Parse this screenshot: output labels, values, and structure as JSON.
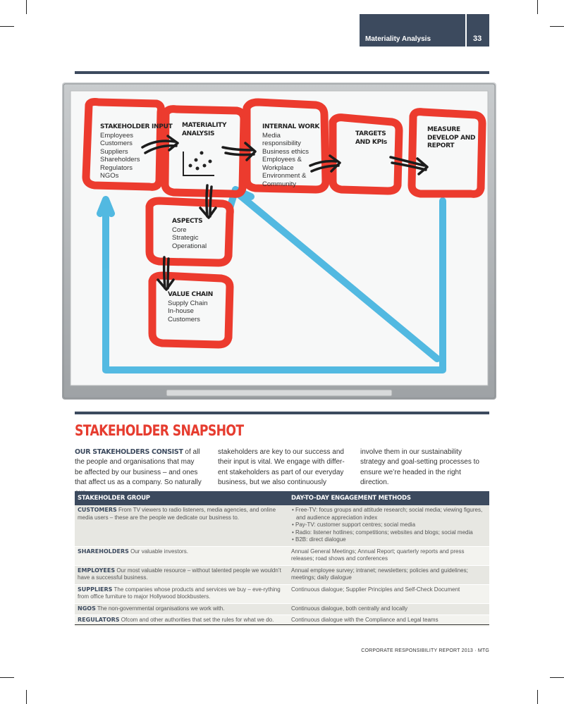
{
  "header": {
    "section": "Materiality Analysis",
    "page_number": "33"
  },
  "whiteboard": {
    "stakeholder_input": {
      "title": "STAKEHOLDER INPUT",
      "items": [
        "Employees",
        "Customers",
        "Suppliers",
        "Shareholders",
        "Regulators",
        "NGOs"
      ]
    },
    "materiality_analysis": {
      "title_l1": "MATERIALITY",
      "title_l2": "ANALYSIS"
    },
    "internal_work": {
      "title": "INTERNAL WORK",
      "items": [
        "Media",
        "responsibility",
        "Business ethics",
        "Employees &",
        "Workplace",
        "Environment &",
        "Community"
      ]
    },
    "targets": {
      "title_l1": "TARGETS",
      "title_l2": "AND KPIs"
    },
    "measure": {
      "title_l1": "MEASURE",
      "title_l2": "DEVELOP AND",
      "title_l3": "REPORT"
    },
    "aspects": {
      "title": "ASPECTS",
      "items": [
        "Core",
        "Strategic",
        "Operational"
      ]
    },
    "value_chain": {
      "title": "VALUE CHAIN",
      "items": [
        "Supply Chain",
        "In-house",
        "Customers"
      ]
    },
    "colors": {
      "red": "#ec3b2e",
      "blue": "#45b4e0",
      "arrow": "#1c1c1c"
    }
  },
  "snapshot": {
    "title": "STAKEHOLDER SNAPSHOT",
    "lead": "OUR STAKEHOLDERS CONSIST",
    "col1_rest": " of all the people and organisations that may be affected by our business – and ones that affect us as a company. So naturally our",
    "col2": "stakeholders are key to our success and their input is vital. We engage with differ-ent stakeholders as part of our everyday business, but we also continuously",
    "col3": "involve them in our sustainability strategy and goal-setting processes to ensure we’re headed in the right direction."
  },
  "table": {
    "headers": [
      "STAKEHOLDER GROUP",
      "DAY-TO-DAY ENGAGEMENT METHODS"
    ],
    "rows": [
      {
        "group": "CUSTOMERS",
        "desc": " From TV viewers to radio listeners, media agencies, and online media users – these are the people we dedicate our business to.",
        "methods": [
          "• Free-TV: focus groups and attitude research; social media; viewing figures, and audience appreciation index",
          "• Pay-TV: customer support centres; social media",
          "• Radio: listener hotlines; competitions; websites and blogs; social media",
          "• B2B: direct dialogue"
        ]
      },
      {
        "group": "SHAREHOLDERS",
        "desc": " Our valuable investors.",
        "methods": [
          "Annual General Meetings; Annual Report; quarterly reports and press releases; road shows and conferences"
        ]
      },
      {
        "group": "EMPLOYEES",
        "desc": " Our most valuable resource – without talented people we wouldn’t have a successful business.",
        "methods": [
          "Annual employee survey; intranet; newsletters; policies and guidelines; meetings; daily dialogue"
        ]
      },
      {
        "group": "SUPPLIERS",
        "desc": " The companies whose products and services we buy – eve-rything from office furniture to major Hollywood blockbusters.",
        "methods": [
          "Continuous dialogue; Supplier Principles and Self-Check Document"
        ]
      },
      {
        "group": "NGOS",
        "desc": " The non-governmental organisations we work with.",
        "methods": [
          "Continuous dialogue, both centrally and locally"
        ]
      },
      {
        "group": "REGULATORS",
        "desc": " Ofcom and other authorities that set the rules for what we do.",
        "methods": [
          "Continuous dialogue with the Compliance and Legal teams"
        ]
      }
    ]
  },
  "footer": "CORPORATE RESPONSIBILITY REPORT 2013 · MTG"
}
